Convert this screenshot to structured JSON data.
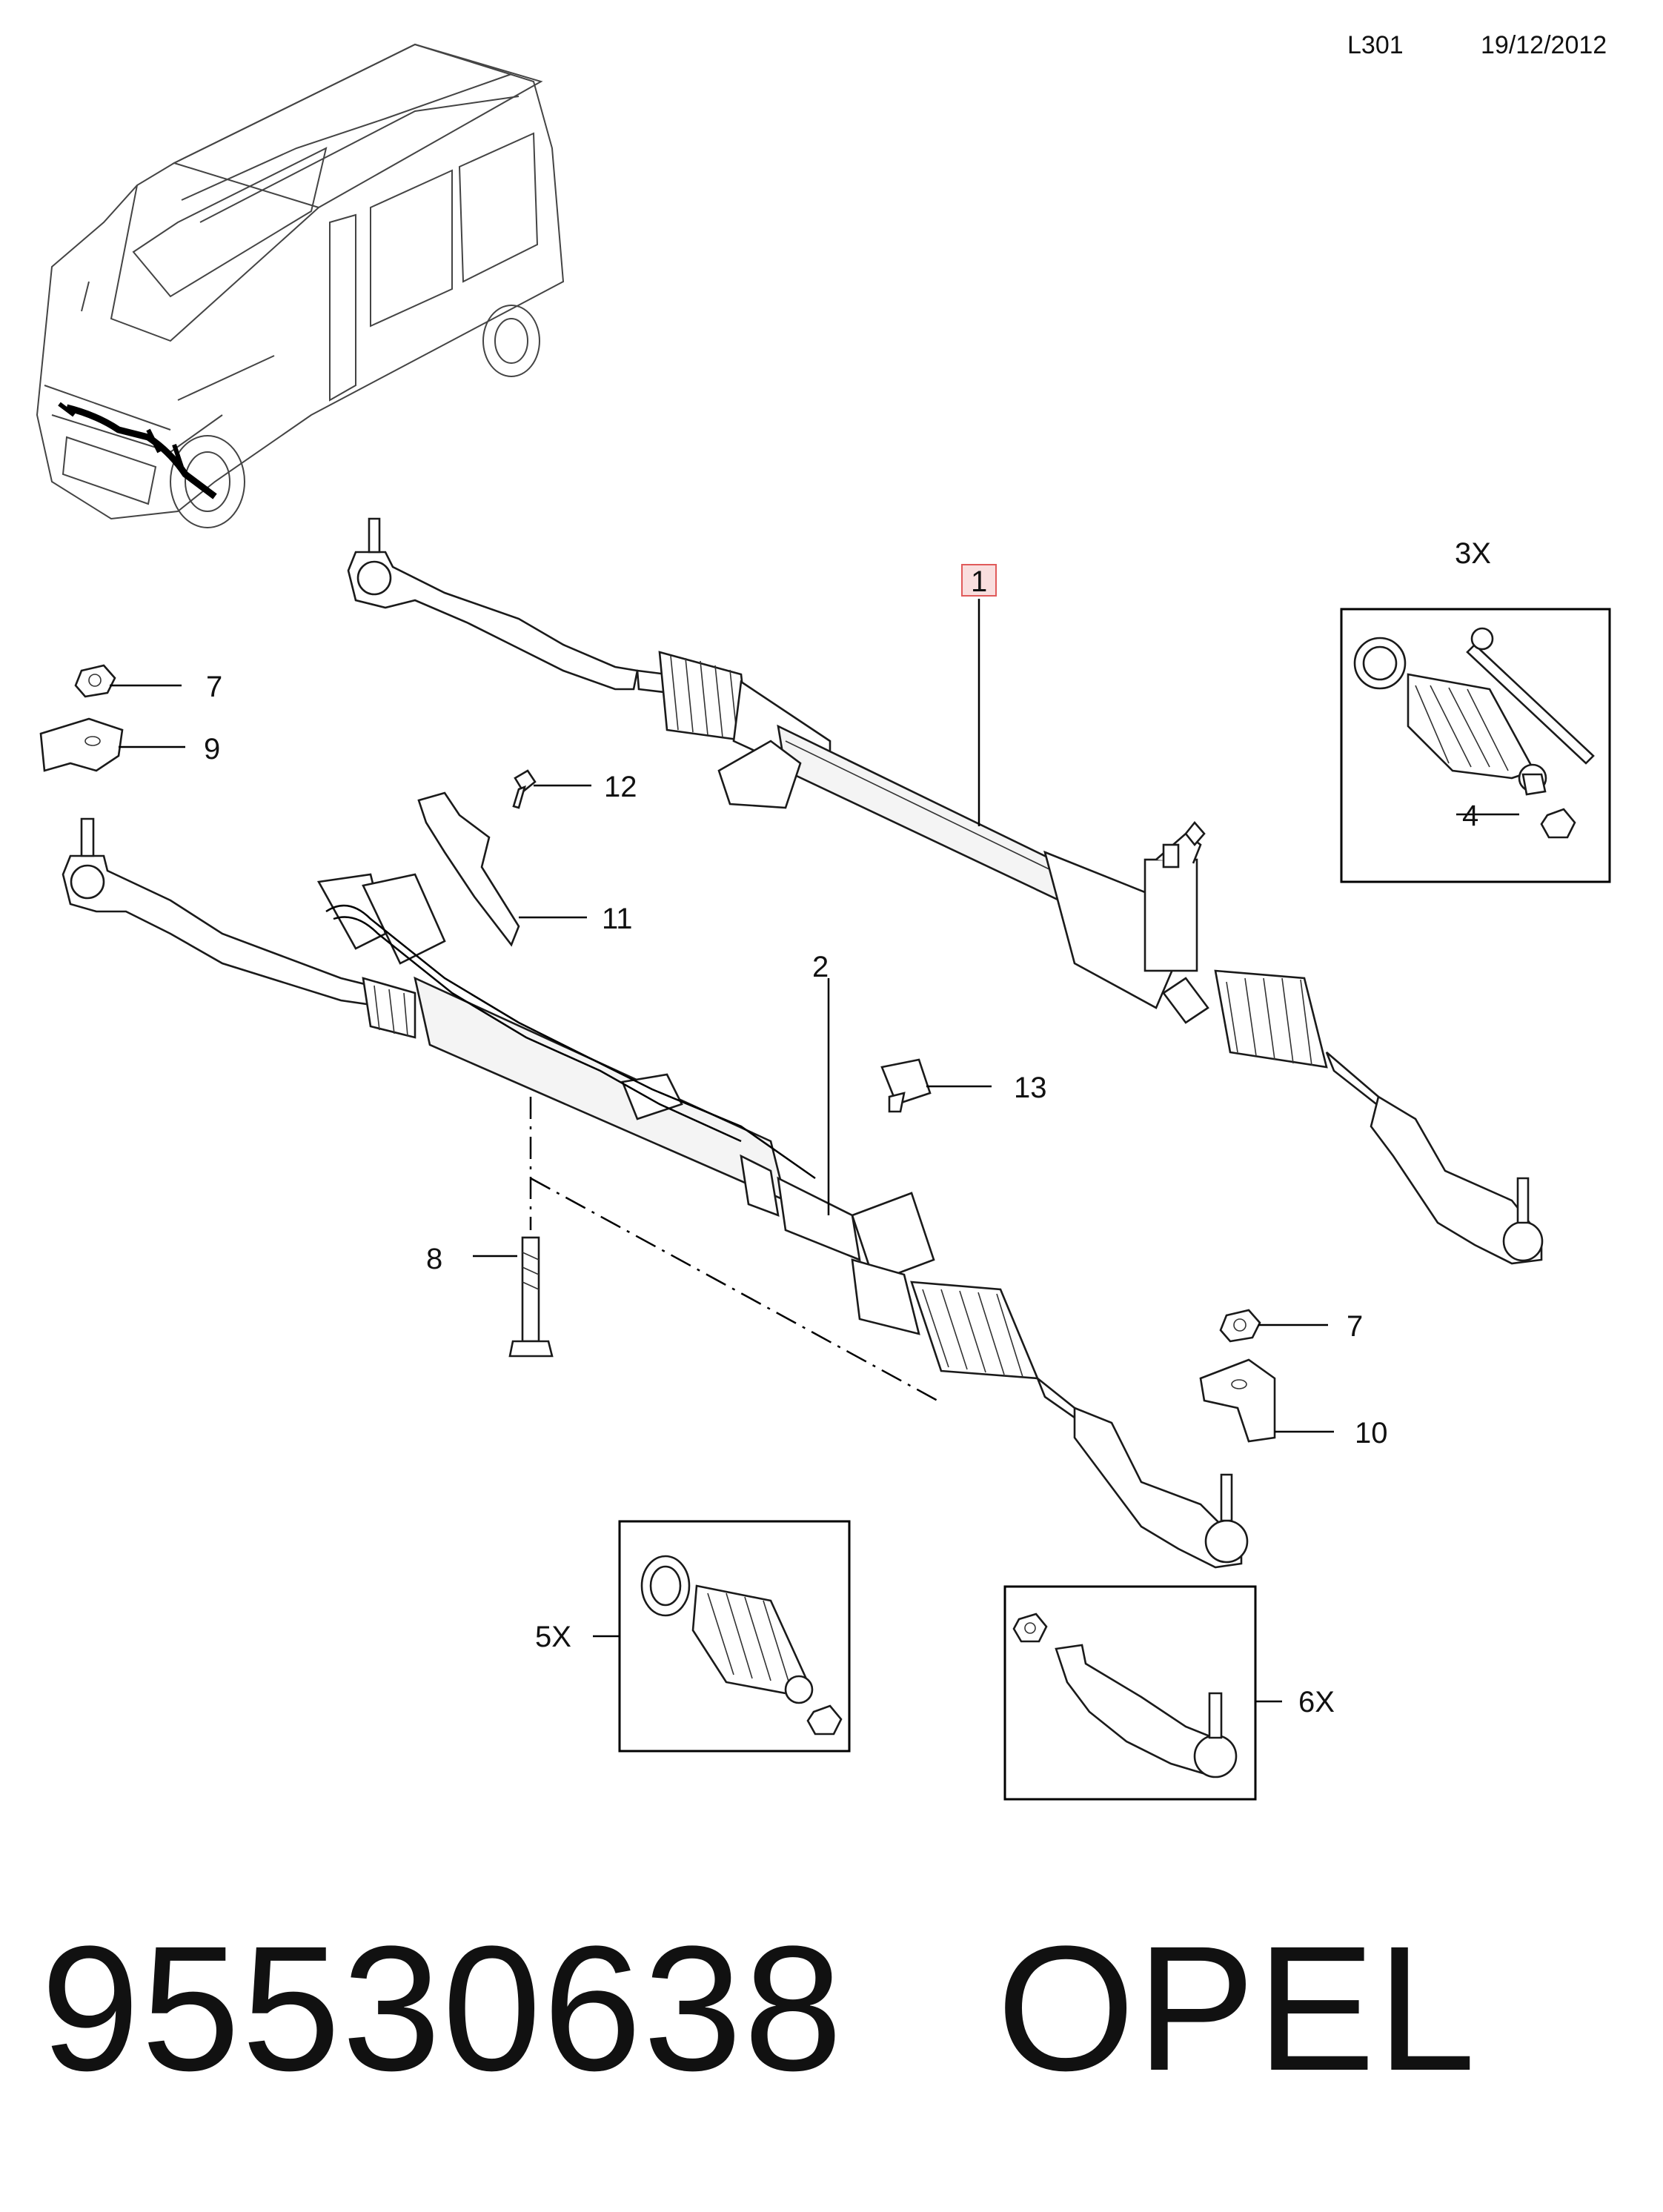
{
  "header": {
    "code": "L301",
    "date": "19/12/2012"
  },
  "callouts": {
    "c1": "1",
    "c2": "2",
    "c3x": "3X",
    "c4": "4",
    "c5x": "5X",
    "c6x": "6X",
    "c7a": "7",
    "c7b": "7",
    "c8": "8",
    "c9": "9",
    "c10": "10",
    "c11": "11",
    "c12": "12",
    "c13": "13"
  },
  "highlight_color": "#e05a5a",
  "footer": {
    "part_number": "95530638",
    "brand": "OPEL"
  }
}
